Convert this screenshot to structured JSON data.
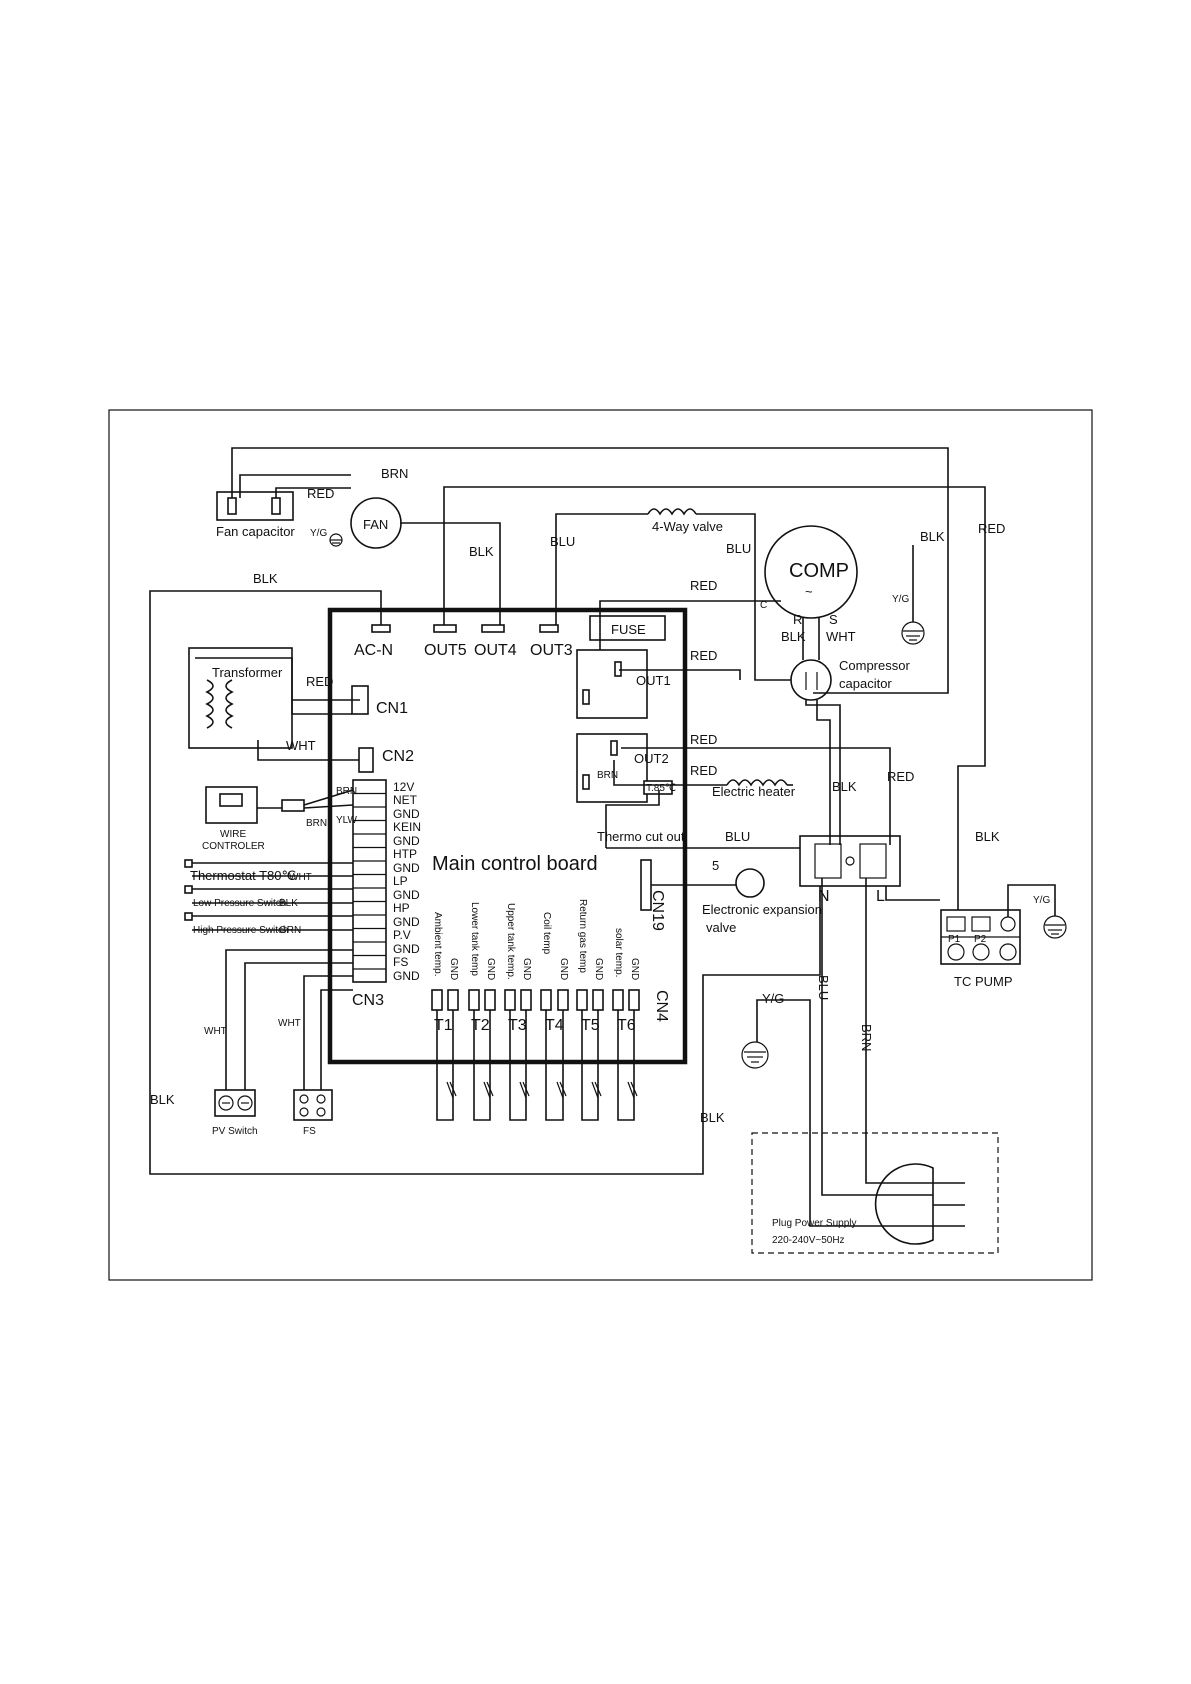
{
  "board": {
    "title": "Main control board",
    "ports": {
      "acn": "AC-N",
      "out5": "OUT5",
      "out4": "OUT4",
      "out3": "OUT3",
      "out2": "OUT2",
      "out1": "OUT1",
      "fuse": "FUSE",
      "cn1": "CN1",
      "cn2": "CN2",
      "cn3": "CN3",
      "cn4": "CN4",
      "cn19": "CN19"
    },
    "cn3_pins": [
      "12V",
      "NET",
      "GND",
      "KEIN",
      "GND",
      "HTP",
      "GND",
      "LP",
      "GND",
      "HP",
      "GND",
      "P.V",
      "GND",
      "FS",
      "GND"
    ],
    "cn4_pins": [
      "Ambient temp.",
      "GND",
      "Lower tank temp",
      "GND",
      "Upper tank temp.",
      "GND",
      "Coil temp",
      "GND",
      "Return gas temp",
      "GND",
      "solar temp.",
      "GND"
    ],
    "sensors": [
      "T1",
      "T2",
      "T3",
      "T4",
      "T5",
      "T6"
    ]
  },
  "components": {
    "fan_capacitor": "Fan capacitor",
    "fan": "FAN",
    "four_way": "4-Way valve",
    "comp": "COMP",
    "comp_symbol": "~",
    "comp_c": "C",
    "comp_r": "R",
    "comp_s": "S",
    "comp_cap": "Compressor",
    "comp_cap2": "capacitor",
    "transformer": "Transformer",
    "wire_ctrl": "WIRE",
    "wire_ctrl2": "CONTROLER",
    "thermostat": "Thermostat T80℃",
    "lps": "Low Pressure Switch",
    "hps": "High Pressure Switch",
    "heater": "Electric heater",
    "thermo": "Thermo cut out",
    "t85": "T.85℃",
    "eev": "Electronic expansion",
    "eev2": "valve",
    "eev_num": "5",
    "term_n": "N",
    "term_l": "L",
    "tc_pump": "TC PUMP",
    "p1": "P1",
    "p2": "P2",
    "pv_switch": "PV Switch",
    "fs": "FS",
    "plug": "Plug  Power Supply",
    "plug2": "220-240V~50Hz"
  },
  "wires": {
    "brn": "BRN",
    "red": "RED",
    "blk": "BLK",
    "blu": "BLU",
    "wht": "WHT",
    "yg": "Y/G",
    "ylw": "YLW",
    "grn": "GRN"
  }
}
